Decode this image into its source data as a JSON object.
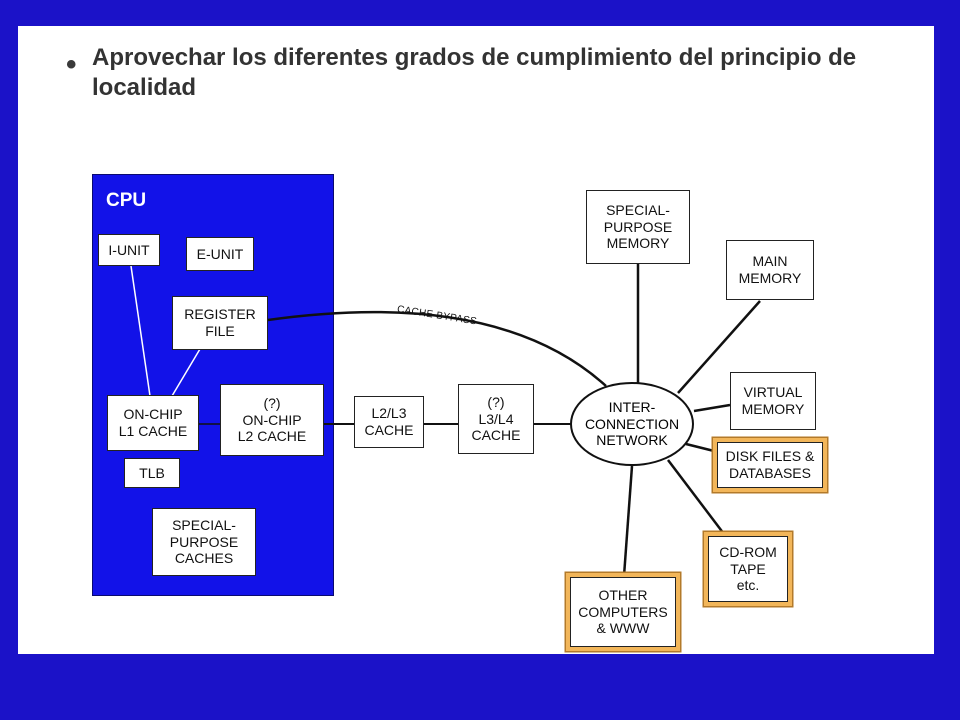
{
  "slide": {
    "bullet": "•",
    "title": "Aprovechar los diferentes grados de cumplimiento del principio de localidad"
  },
  "diagram": {
    "cpu_label": "CPU",
    "i_unit": "I-UNIT",
    "e_unit": "E-UNIT",
    "register_file": "REGISTER\nFILE",
    "l1_cache": "ON-CHIP\nL1 CACHE",
    "l2_cache": "(?)\nON-CHIP\nL2 CACHE",
    "tlb": "TLB",
    "special_caches": "SPECIAL-\nPURPOSE\nCACHES",
    "l2l3_cache": "L2/L3\nCACHE",
    "l3l4_cache": "(?)\nL3/L4\nCACHE",
    "cache_bypass": "CACHE BYPASS",
    "network": "INTER-\nCONNECTION\nNETWORK",
    "special_memory": "SPECIAL-\nPURPOSE\nMEMORY",
    "main_memory": "MAIN\nMEMORY",
    "virtual_memory": "VIRTUAL\nMEMORY",
    "disk_files": "DISK FILES &\nDATABASES",
    "cdrom": "CD-ROM\nTAPE\netc.",
    "other_computers": "OTHER\nCOMPUTERS\n& WWW"
  },
  "colors": {
    "border_blue": "#1b12c8",
    "cpu_blue": "#1212e8",
    "highlight_orange": "#f2b65a"
  }
}
